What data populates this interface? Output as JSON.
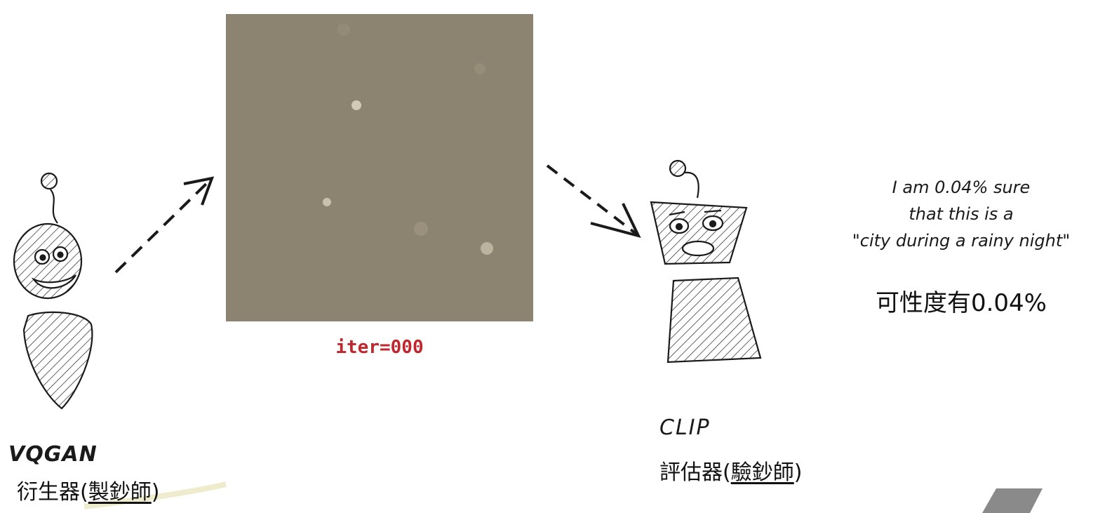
{
  "generator": {
    "name": "VQGAN",
    "role_prefix": "衍生器(",
    "role_underlined": "製鈔師",
    "role_suffix": ")"
  },
  "generated_image": {
    "caption": "iter=000"
  },
  "evaluator": {
    "name": "CLIP",
    "role_prefix": "評估器(",
    "role_underlined": "驗鈔師",
    "role_suffix": ")",
    "quote_lines": [
      "I am 0.04% sure",
      "that this is a",
      "\"city during a rainy night\""
    ],
    "probability_text": "可性度有0.04%"
  },
  "colors": {
    "image_fill": "#8c8371",
    "caption_red": "#c0272d",
    "ink": "#1a1a1a"
  }
}
